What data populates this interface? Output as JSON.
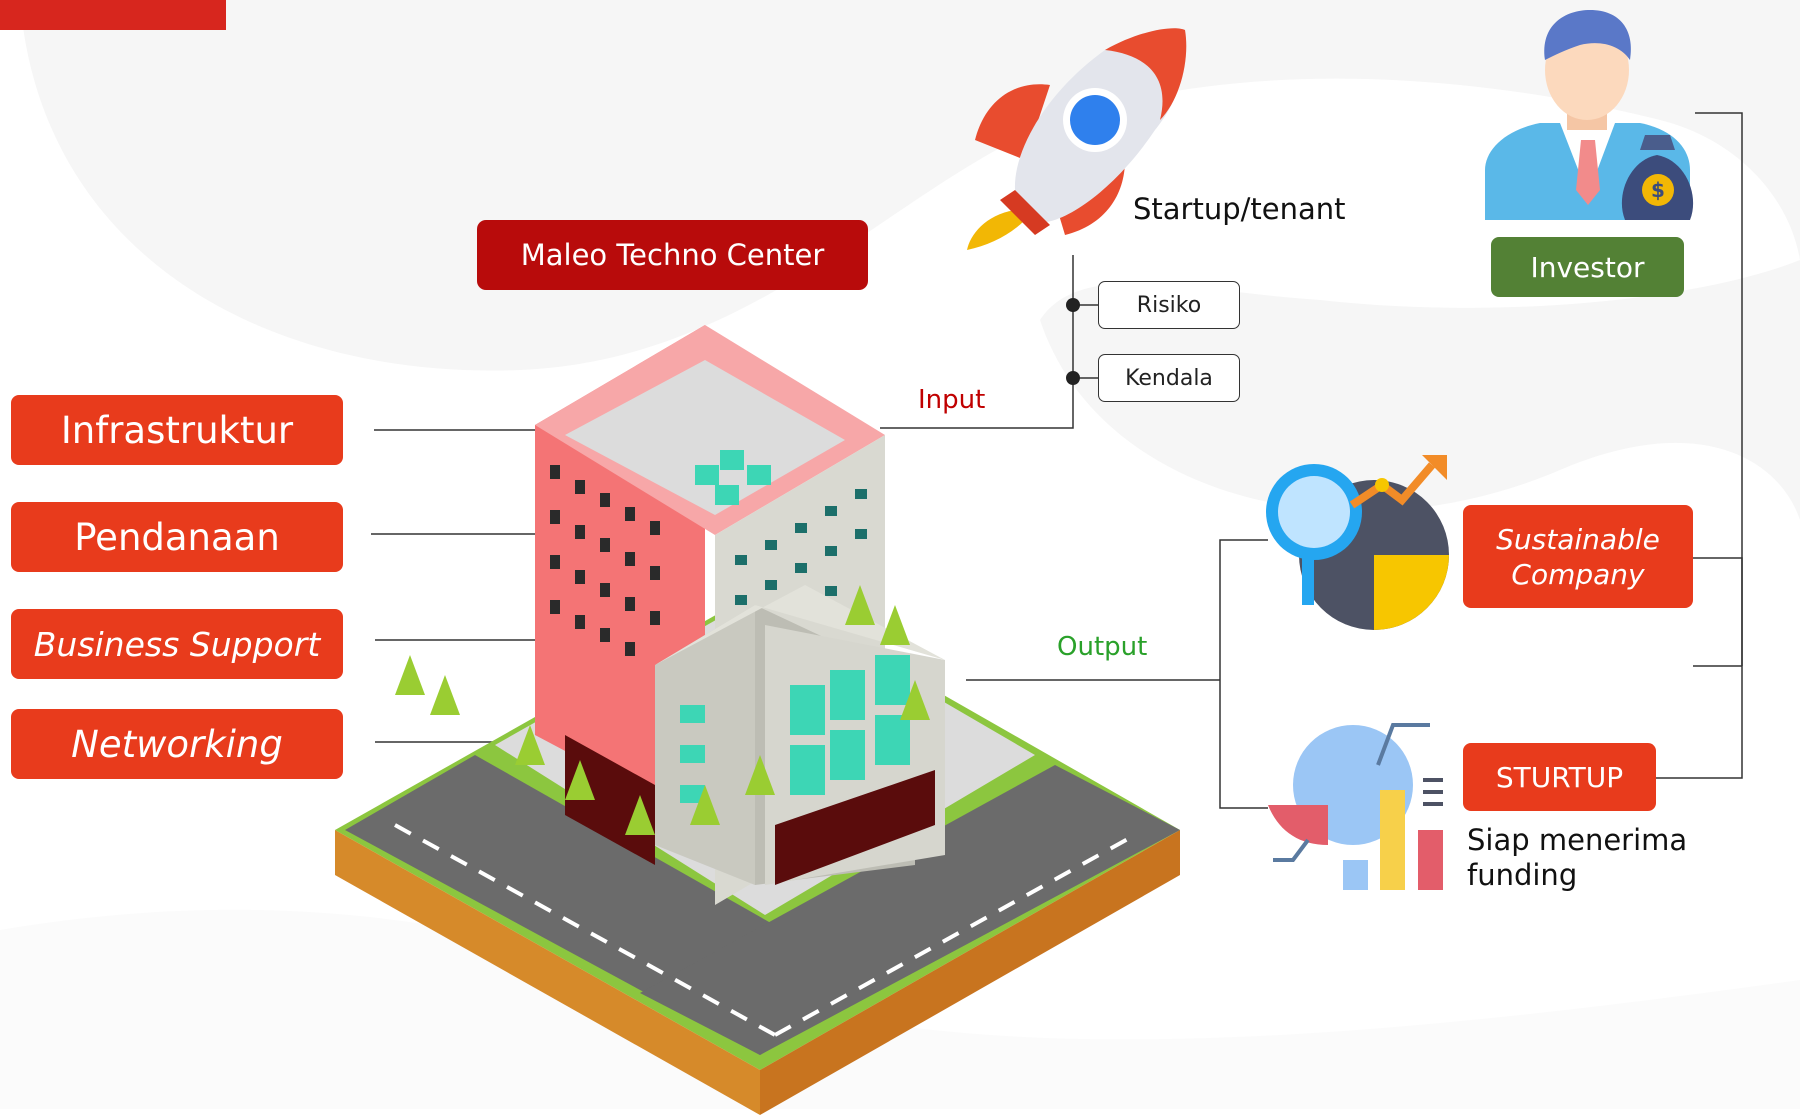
{
  "title": "Maleo Techno Center",
  "services": [
    {
      "label": "Infrastruktur",
      "italic": false
    },
    {
      "label": "Pendanaan",
      "italic": false
    },
    {
      "label": "Business Support",
      "italic": true
    },
    {
      "label": "Networking",
      "italic": true
    }
  ],
  "startup": {
    "label": "Startup/tenant",
    "issues": [
      "Risiko",
      "Kendala"
    ]
  },
  "flow": {
    "input": "Input",
    "output": "Output"
  },
  "investor": {
    "label": "Investor"
  },
  "outcomes": {
    "sustainable": "Sustainable Company",
    "sturtup": "STURTUP",
    "sturtup_caption": "Siap menerima funding"
  },
  "icons": [
    "rocket-icon",
    "investor-icon",
    "money-bag-icon",
    "building-illustration",
    "analytics-icon",
    "chart-icon"
  ],
  "colors": {
    "service_pill": "#e83b1c",
    "title_pill": "#b80b0b",
    "investor_pill": "#538135",
    "input_text": "#c00000",
    "output_text": "#2aa12a",
    "corner_bar": "#d7261e"
  }
}
